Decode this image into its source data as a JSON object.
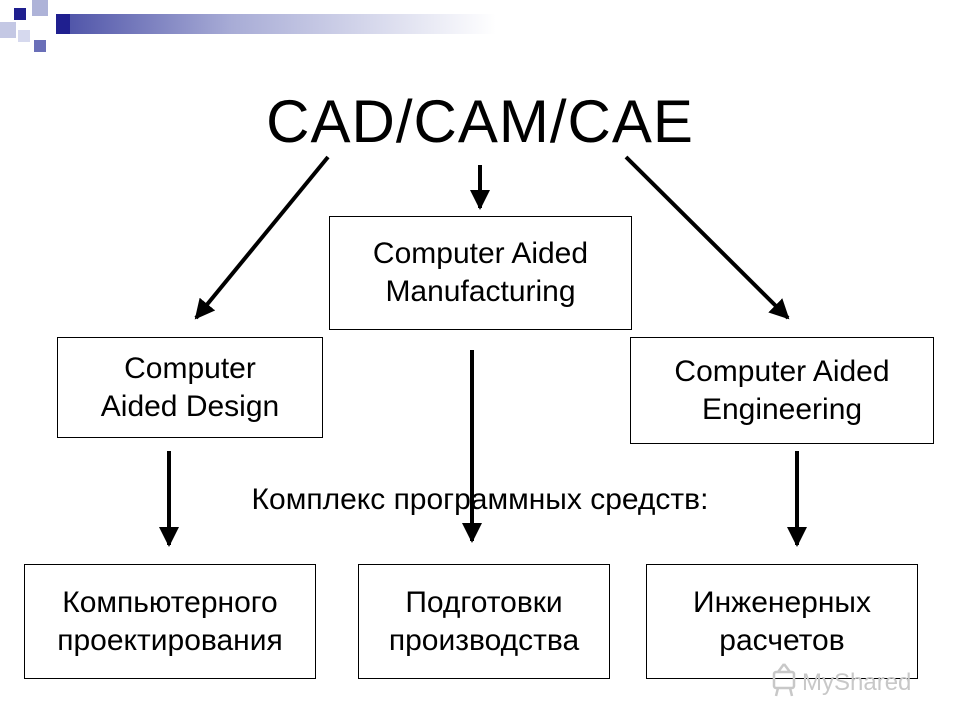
{
  "title": "CAD/CAM/CAE",
  "boxes": {
    "cam": {
      "line1": "Computer Aided",
      "line2": "Manufacturing"
    },
    "cad": {
      "line1": "Computer",
      "line2": "Aided Design"
    },
    "cae": {
      "line1": "Computer Aided",
      "line2": "Engineering"
    }
  },
  "subtitle": "Комплекс программных средств:",
  "bottom_boxes": {
    "left": {
      "line1": "Компьютерного",
      "line2": "проектирования"
    },
    "middle": {
      "line1": "Подготовки",
      "line2": "производства"
    },
    "right": {
      "line1": "Инженерных",
      "line2": "расчетов"
    }
  },
  "watermark": {
    "text": "MyShared"
  },
  "colors": {
    "deco_dark": "#1f1f8f",
    "deco_light": "#aeb3d8",
    "line": "#000000",
    "watermark": "#c8c8c8"
  }
}
